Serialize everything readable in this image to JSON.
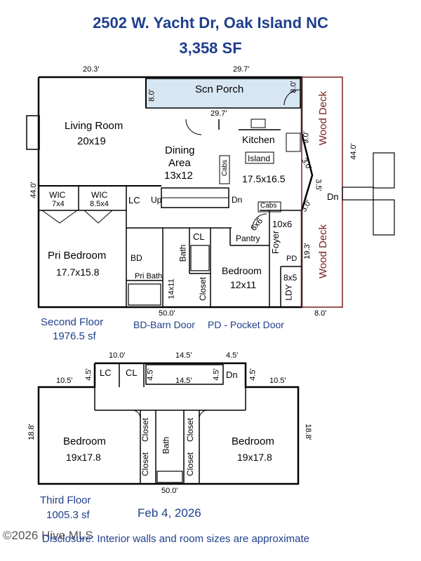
{
  "header": {
    "address": "2502 W. Yacht Dr, Oak Island NC",
    "total_sf": "3,358 SF"
  },
  "second_floor": {
    "dims": {
      "left_width": "20.3'",
      "right_width": "29.7'",
      "porch_inner": "29.7'",
      "depth": "44.0'",
      "bottom_width": "50.0'",
      "porch_left": "8.0'",
      "porch_right": "8.0'",
      "kitchen_side": "9.0'",
      "angle_a": "3.0'",
      "angle_b": "3.5'",
      "angle_c": "3.0'",
      "foyer_side": "19.3'",
      "deck_depth": "44.0'",
      "deck_width": "8.0'"
    },
    "rooms": {
      "scn_porch": "Scn Porch",
      "living_room": "Living Room",
      "living_room_size": "20x19",
      "dining": "Dining",
      "dining_area": "Area",
      "dining_size": "13x12",
      "kitchen": "Kitchen",
      "island": "Island",
      "kitchen_size": "17.5x16.5",
      "cabs_top": "Cabs",
      "cabs_right": "Cabs",
      "wic1": "WIC",
      "wic1_size": "7x4",
      "wic2": "WIC",
      "wic2_size": "8.5x4",
      "lc": "LC",
      "up": "Up",
      "dn": "Dn",
      "dn_deck": "Dn",
      "pri_bedroom": "Pri Bedroom",
      "pri_bedroom_size": "17.7x15.8",
      "bd": "BD",
      "pri_bath": "Pri Bath",
      "bath": "Bath",
      "cl": "CL",
      "closet": "Closet",
      "closet_size": "14x11",
      "bedroom": "Bedroom",
      "bedroom_size": "12x11",
      "pantry": "Pantry",
      "pantry_size": "6x6",
      "foyer": "Foyer",
      "foyer_size": "10x6",
      "pd": "PD",
      "ldy": "LDY",
      "ldy_size": "8x5",
      "wood_deck_top": "Wood Deck",
      "wood_deck_bottom": "Wood Deck"
    },
    "caption": "Second Floor",
    "area": "1976.5 sf",
    "legend_bd": "BD-Barn Door",
    "legend_pd": "PD - Pocket Door"
  },
  "third_floor": {
    "dims": {
      "top": "10.0'",
      "stair": "14.5'",
      "stair_inner": "14.5'",
      "right_small": "4.5'",
      "left_ext": "10.5'",
      "right_ext": "10.5'",
      "left_depth": "18.8'",
      "right_depth": "18.8'",
      "bottom": "50.0'",
      "left_small": "4.5'",
      "mid_small_a": "4.5'",
      "mid_small_b": "4.5'",
      "right_stair": "4.5'"
    },
    "rooms": {
      "lc": "LC",
      "cl": "CL",
      "dn": "Dn",
      "bedroom_left": "Bedroom",
      "bedroom_left_size": "19x17.8",
      "bedroom_right": "Bedroom",
      "bedroom_right_size": "19x17.8",
      "closet_a": "Closet",
      "closet_b": "Closet",
      "closet_c": "Closet",
      "closet_d": "Closet",
      "bath": "Bath"
    },
    "caption": "Third Floor",
    "area": "1005.3 sf"
  },
  "date": "Feb 4, 2026",
  "disclosure": "Disclosure: Interior walls and room sizes are approximate",
  "watermark": "©2026 Hive MLS"
}
